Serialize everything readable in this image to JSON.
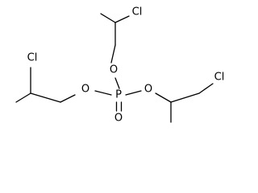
{
  "molecule": {
    "atoms": {
      "phosphorus": "P",
      "phosphoryl_oxygen": "O",
      "ester_oxygen_top": "O",
      "ester_oxygen_left": "O",
      "ester_oxygen_right": "O",
      "chlorine_top": "Cl",
      "chlorine_left": "Cl",
      "chlorine_right": "Cl"
    }
  },
  "colors": {
    "bond": "#000000",
    "label": "#000000",
    "background": "#ffffff"
  }
}
